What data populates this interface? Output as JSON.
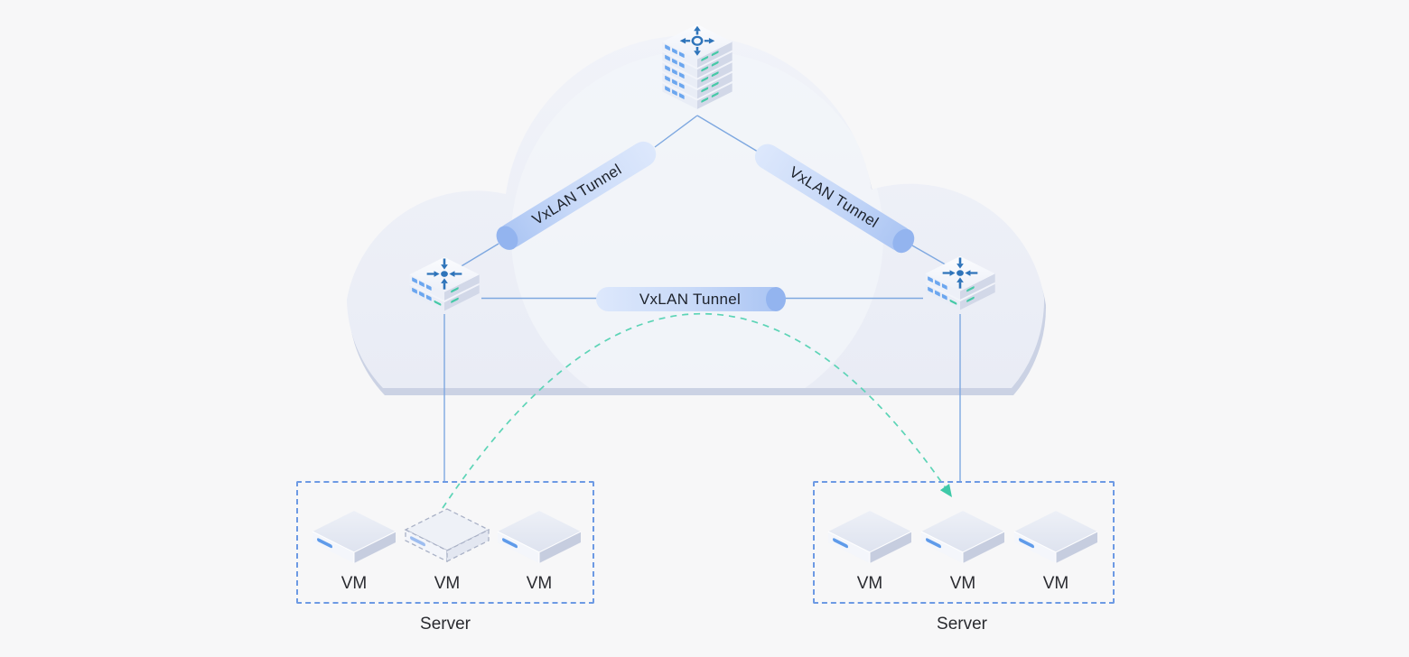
{
  "diagram_type": "vxlan-overlay-network",
  "colors": {
    "background": "#f7f7f8",
    "cloud_fill": "#edf0f7",
    "cloud_shadow": "#cbd2e4",
    "link_line": "#7ea8e0",
    "tunnel_light": "#dde8fc",
    "tunnel_dark": "#a8c3f3",
    "tunnel_cap": "#93b4ef",
    "server_border": "#6d9ae4",
    "migration_dash": "#5cd4b6",
    "migration_arrowhead": "#3fc9a8",
    "icon_blue": "#2e74ba",
    "port_blue": "#6ba6ef",
    "port_teal": "#46c9a7",
    "label_text": "#2a2b30"
  },
  "cloud": {
    "name": "network-cloud"
  },
  "nodes": {
    "spine": {
      "name": "spine-switch-stack",
      "icon": "router-cross-arrows-icon"
    },
    "leaf_left": {
      "name": "leaf-switch-left",
      "icon": "switch-converge-arrows-icon"
    },
    "leaf_right": {
      "name": "leaf-switch-right",
      "icon": "switch-converge-arrows-icon"
    }
  },
  "tunnels": [
    {
      "id": "tunnel-spine-to-left-leaf",
      "label": "VxLAN Tunnel"
    },
    {
      "id": "tunnel-spine-to-right-leaf",
      "label": "VxLAN Tunnel"
    },
    {
      "id": "tunnel-leaf-to-leaf",
      "label": "VxLAN Tunnel"
    }
  ],
  "migration_arc": {
    "style": "dashed-teal-curve-with-arrowhead"
  },
  "servers": [
    {
      "label": "Server",
      "vms": [
        {
          "label": "VM",
          "state": "solid"
        },
        {
          "label": "VM",
          "state": "ghost-dashed"
        },
        {
          "label": "VM",
          "state": "solid"
        }
      ]
    },
    {
      "label": "Server",
      "vms": [
        {
          "label": "VM",
          "state": "solid"
        },
        {
          "label": "VM",
          "state": "solid"
        },
        {
          "label": "VM",
          "state": "solid"
        }
      ]
    }
  ]
}
